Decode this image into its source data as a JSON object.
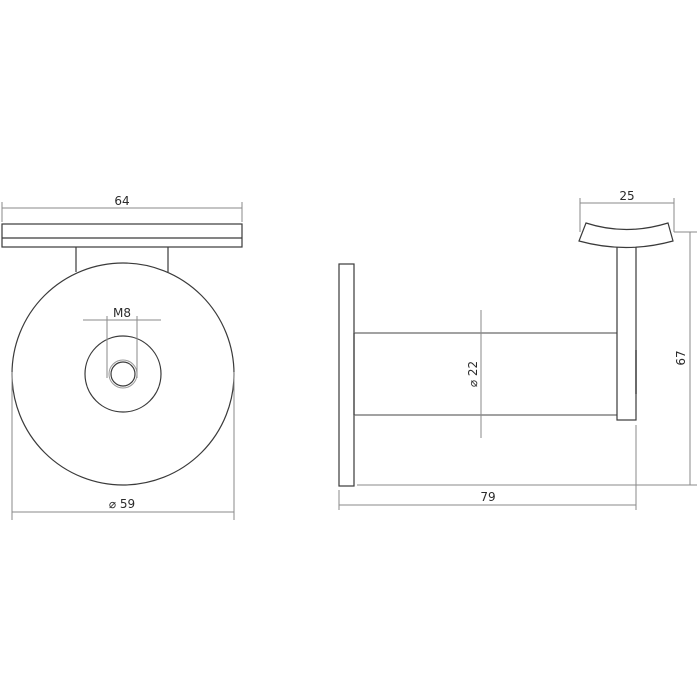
{
  "diagram": {
    "type": "technical-drawing",
    "subject": "Handrail bracket",
    "line_color": "#3a3a3a",
    "dim_line_color": "#8a8a8a",
    "views": {
      "front": {
        "dimensions": {
          "top_width": "64",
          "thread": "M8",
          "diameter": "⌀ 59"
        }
      },
      "side": {
        "dimensions": {
          "saddle_width": "25",
          "tube_diameter": "⌀ 22",
          "depth": "79",
          "height": "67"
        }
      }
    }
  }
}
